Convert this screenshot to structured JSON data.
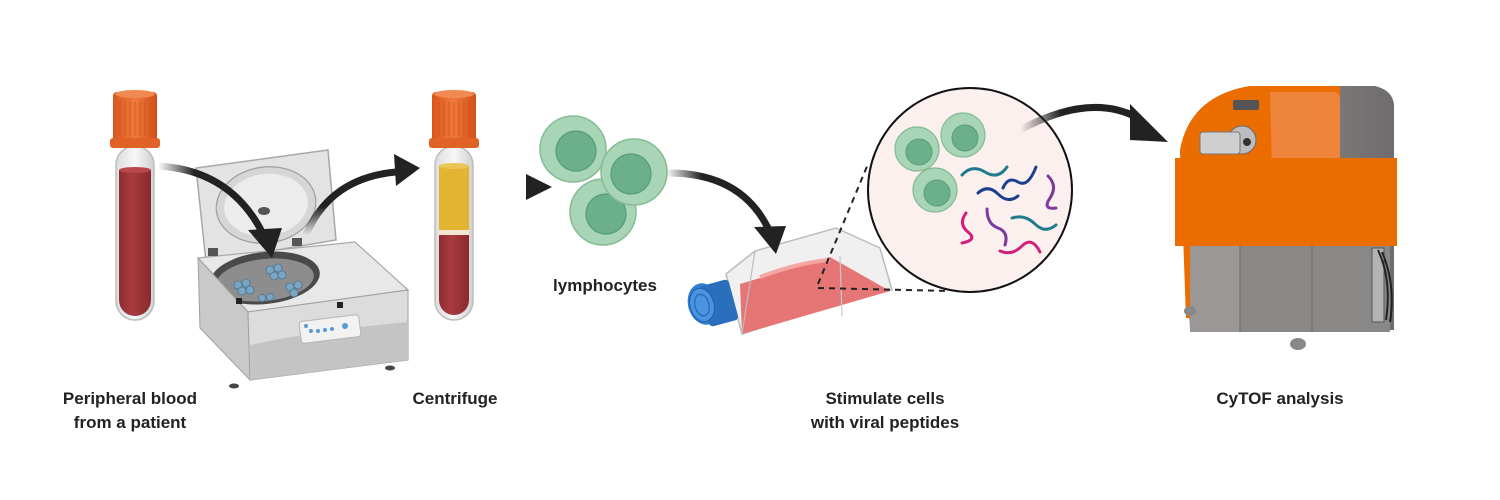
{
  "diagram": {
    "type": "workflow",
    "steps": [
      {
        "id": "blood",
        "label_lines": [
          "Peripheral blood",
          "from a patient"
        ],
        "icon": "blood-tube-icon"
      },
      {
        "id": "centrifuge",
        "label_lines": [
          "Centrifuge"
        ],
        "icon": "centrifuge-icon"
      },
      {
        "id": "separated",
        "label_lines": [],
        "icon": "separated-blood-tube-icon"
      },
      {
        "id": "lymphocytes",
        "label_lines": [
          "lymphocytes"
        ],
        "icon": "lymphocyte-cells-icon"
      },
      {
        "id": "stimulate",
        "label_lines": [
          "Stimulate cells",
          "with viral peptides"
        ],
        "icon": "culture-flask-icon"
      },
      {
        "id": "zoom",
        "label_lines": [],
        "icon": "magnified-cells-peptides-icon"
      },
      {
        "id": "cytof",
        "label_lines": [
          "CyTOF analysis"
        ],
        "icon": "cytof-machine-icon"
      }
    ],
    "connections": [
      {
        "from": "blood",
        "to": "centrifuge"
      },
      {
        "from": "centrifuge",
        "to": "separated"
      },
      {
        "from": "separated",
        "to": "lymphocytes"
      },
      {
        "from": "lymphocytes",
        "to": "stimulate"
      },
      {
        "from": "zoom",
        "to": "cytof"
      }
    ],
    "colors": {
      "cap_orange": "#e8642a",
      "blood_red": "#a3363a",
      "plasma_yellow": "#e2b431",
      "cell_outer": "#a8d5b5",
      "cell_inner": "#6bb08a",
      "flask_cap_blue": "#2f7ed0",
      "media_pink": "#e67576",
      "zoom_bg": "#fcf0ef",
      "peptide_teal": "#1f7a8c",
      "peptide_navy": "#1a3f8f",
      "peptide_purple": "#7b3aa0",
      "peptide_magenta": "#d11f7a",
      "cytof_orange": "#eb6d00",
      "cytof_gray": "#8a8887",
      "arrow": "#222222"
    }
  }
}
